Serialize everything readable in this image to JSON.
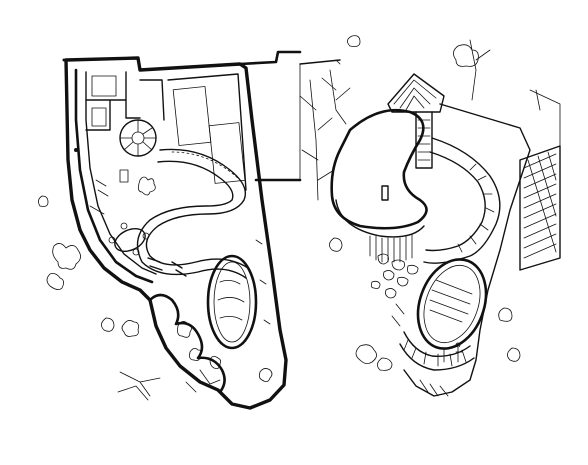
{
  "figure": {
    "panels": [
      {
        "id": "plan",
        "kind": "site-plan-sketch"
      },
      {
        "id": "aerial",
        "kind": "aerial-perspective-sketch"
      }
    ],
    "colors": {
      "ink": "#111111",
      "paper": "#ffffff"
    }
  }
}
